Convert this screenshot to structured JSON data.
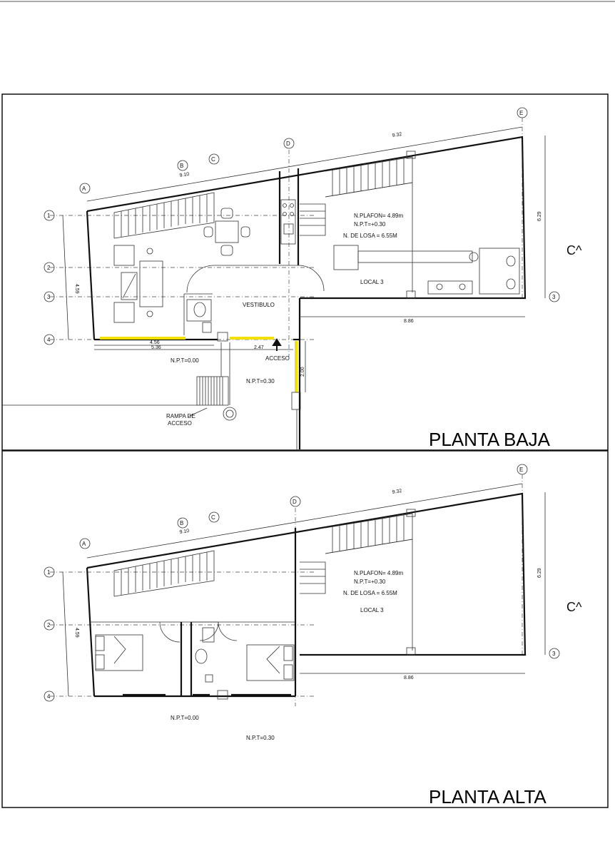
{
  "sheet": {
    "panels": [
      {
        "title": "PLANTA BAJA",
        "axes": [
          "A",
          "B",
          "C",
          "D",
          "E",
          "1",
          "2",
          "3",
          "4"
        ],
        "dims": {
          "d910": "9.10",
          "d932": "9.32",
          "d629": "6.29",
          "d459": "4.59",
          "d886": "8.86",
          "d456": "4.56",
          "d536": "5.36",
          "d247": "2.47",
          "d200": "2.00"
        },
        "notes": {
          "plafon": "N.PLAFON= 4.89m",
          "npt_local": "N.P.T=+0.30",
          "losa": "N. DE LOSA = 6.55M",
          "local": "LOCAL 3",
          "vestibulo": "VESTIBULO",
          "acceso": "ACCESO",
          "npt0": "N.P.T=0.00",
          "npt030": "N.P.T=0.30",
          "rampa1": "RAMPA DE",
          "rampa2": "ACCESO",
          "ca": "C^"
        }
      },
      {
        "title": "PLANTA ALTA",
        "axes": [
          "A",
          "B",
          "C",
          "D",
          "E",
          "1",
          "2",
          "3",
          "4"
        ],
        "dims": {
          "d910": "9.10",
          "d932": "9.32",
          "d629": "6.29",
          "d459": "4.59",
          "d886": "8.86"
        },
        "notes": {
          "plafon": "N.PLAFON= 4.89m",
          "npt_local": "N.P.T=+0.30",
          "losa": "N. DE LOSA = 6.55M",
          "local": "LOCAL 3",
          "npt0": "N.P.T=0.00",
          "npt030": "N.P.T=0.30",
          "ca": "C^"
        }
      }
    ]
  }
}
